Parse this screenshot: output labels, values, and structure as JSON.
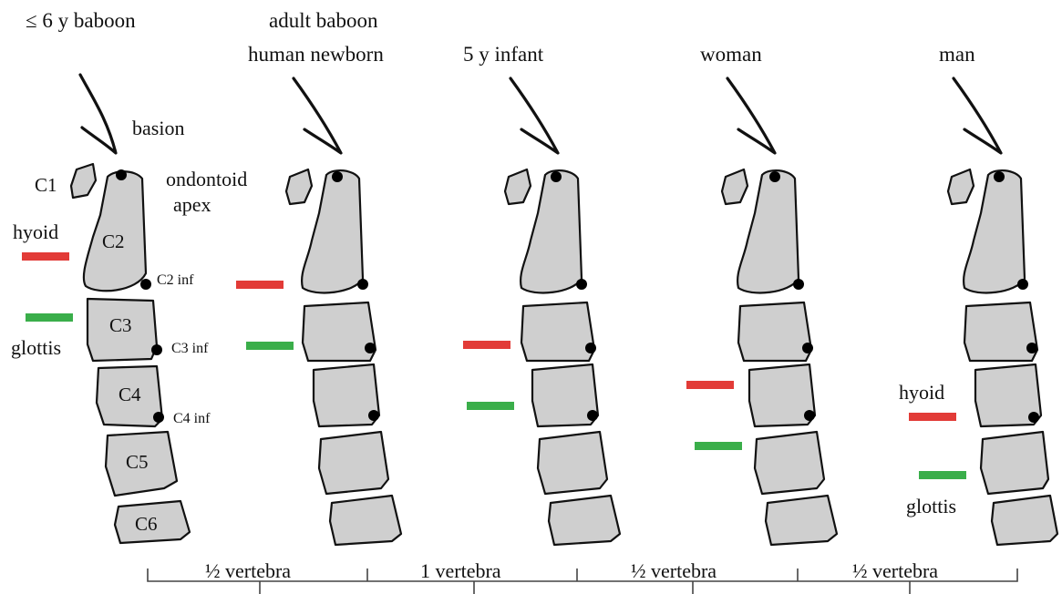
{
  "columns": [
    {
      "title": "≤ 6 y baboon"
    },
    {
      "title_line1": "adult baboon",
      "title_line2": "human newborn"
    },
    {
      "title": "5 y infant"
    },
    {
      "title": "woman"
    },
    {
      "title": "man"
    }
  ],
  "annotations": {
    "basion": "basion",
    "odontoid_line1": "ondontoid",
    "odontoid_line2": "apex",
    "c2_inf": "C2 inf",
    "c3_inf": "C3 inf",
    "c4_inf": "C4 inf",
    "hyoid_left": "hyoid",
    "glottis_left": "glottis",
    "hyoid_right": "hyoid",
    "glottis_right": "glottis"
  },
  "vertebrae": [
    "C1",
    "C2",
    "C3",
    "C4",
    "C5",
    "C6"
  ],
  "scale_labels": [
    "½ vertebra",
    "1 vertebra",
    "½ vertebra",
    "½ vertebra"
  ],
  "colors": {
    "hyoid": "#e23b37",
    "glottis": "#3aae4a",
    "bone": "#cfcfcf"
  }
}
